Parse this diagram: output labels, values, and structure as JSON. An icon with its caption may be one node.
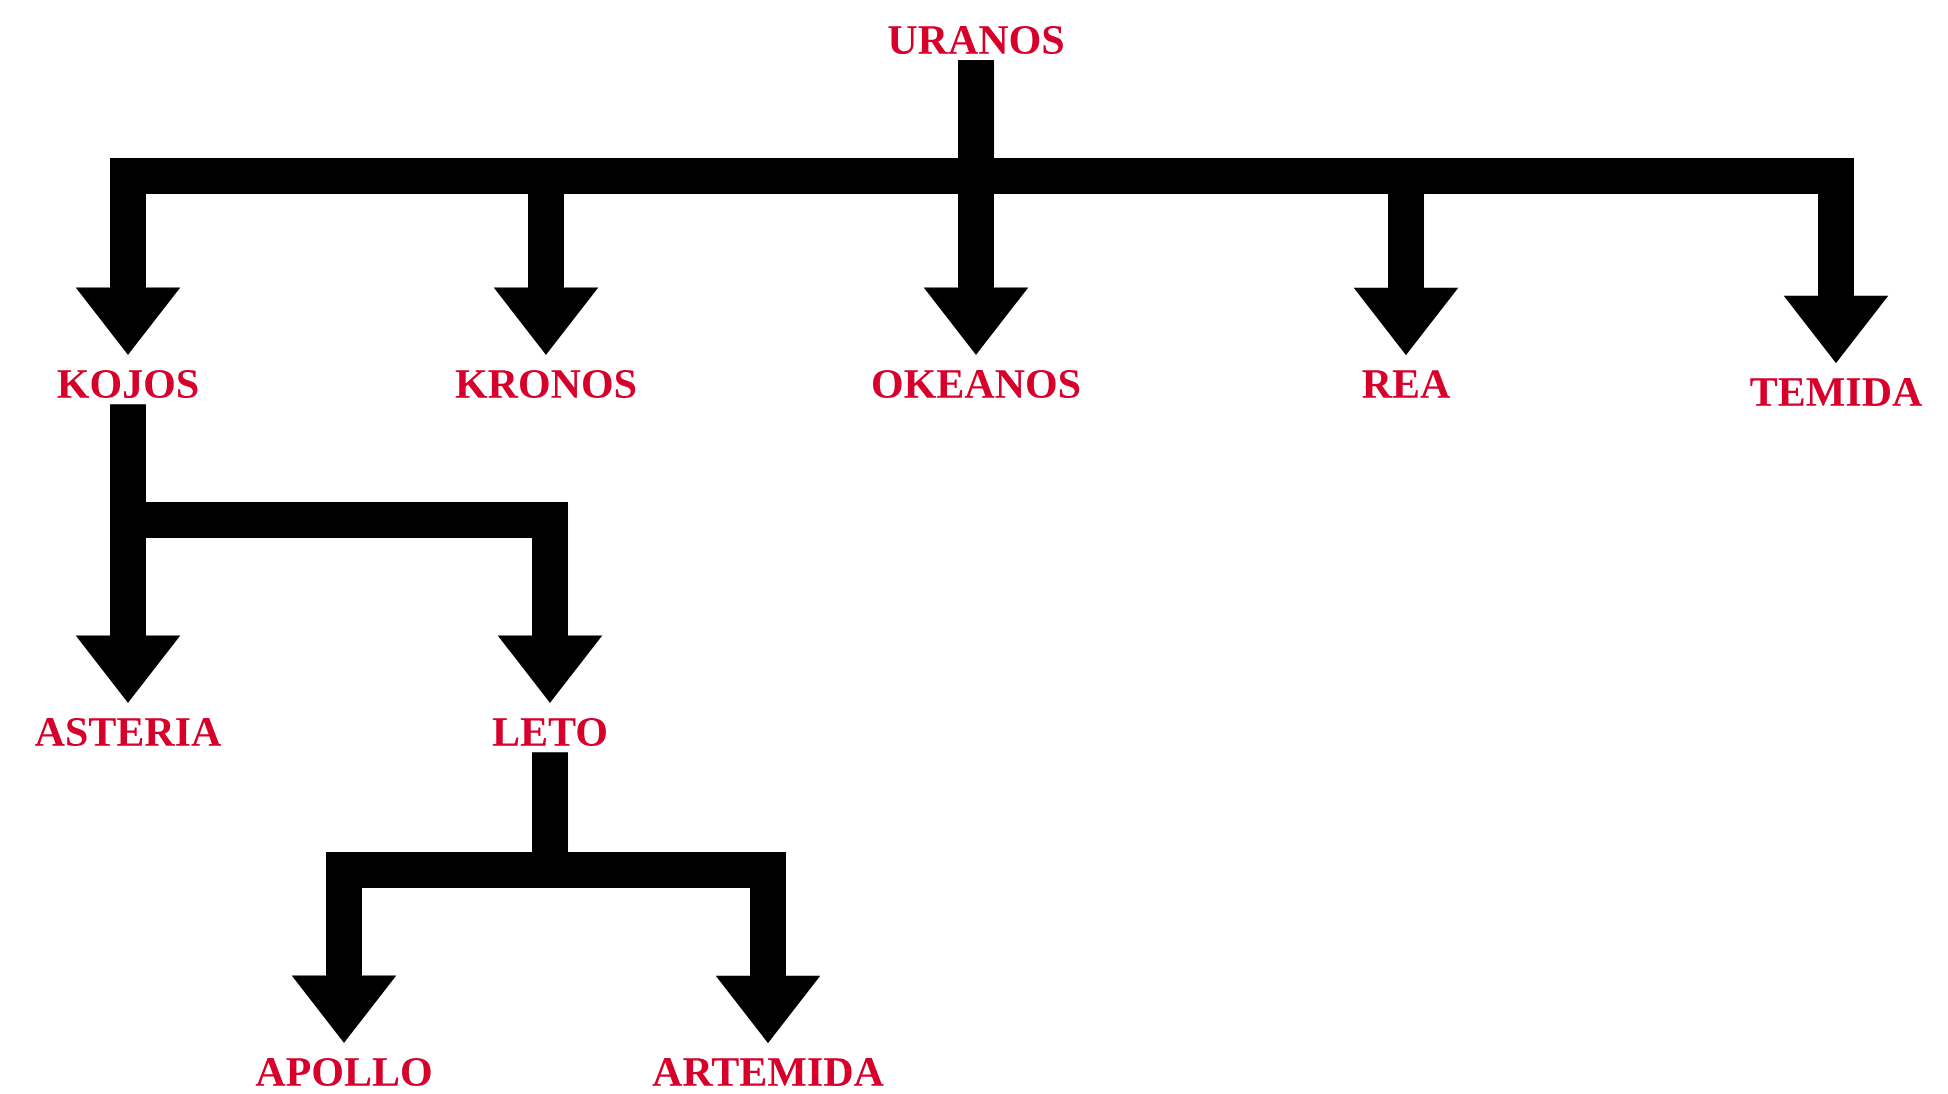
{
  "diagram": {
    "nodes": [
      {
        "text": [
          "URANOS"
        ]
      },
      {
        "text": [
          "KOJOS"
        ]
      },
      {
        "text": [
          "KRONOS"
        ]
      },
      {
        "text": [
          "OKEANOS"
        ]
      },
      {
        "text": [
          "REA"
        ]
      },
      {
        "text": [
          "TEMIDA"
        ]
      },
      {
        "text": [
          "ASTERIA"
        ]
      },
      {
        "text": [
          "LETO"
        ]
      },
      {
        "text": [
          "APOLLO"
        ]
      },
      {
        "text": [
          "ARTEMIDA"
        ]
      }
    ],
    "edges": [
      {
        "from": 0,
        "to": 1,
        "arrow": "to"
      },
      {
        "from": 0,
        "to": 2,
        "arrow": "to"
      },
      {
        "from": 0,
        "to": 3,
        "arrow": "to"
      },
      {
        "from": 0,
        "to": 4,
        "arrow": "to"
      },
      {
        "from": 0,
        "to": 5,
        "arrow": "to"
      },
      {
        "from": 1,
        "to": 6,
        "arrow": "to"
      },
      {
        "from": 1,
        "to": 7,
        "arrow": "to"
      },
      {
        "from": 7,
        "to": 8,
        "arrow": "to"
      },
      {
        "from": 7,
        "to": 9,
        "arrow": "to"
      }
    ]
  }
}
